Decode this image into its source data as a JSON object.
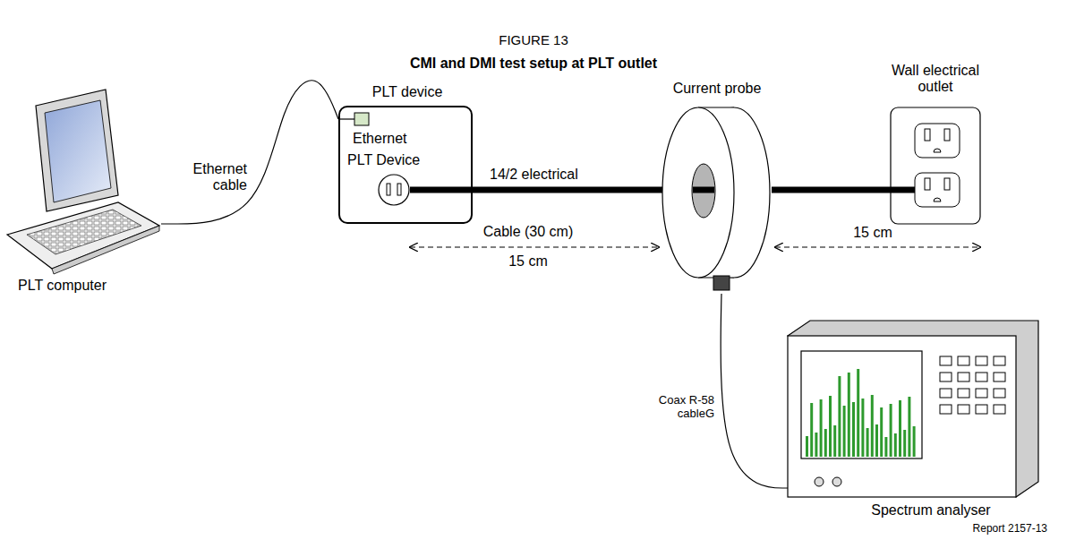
{
  "diagram": {
    "title": "CMI and DMI test setup at PLT outlet",
    "nodes": [
      {
        "text": [
          "PLT computer"
        ]
      },
      {
        "text": [
          "PLT device",
          "Ethernet",
          "PLT Device"
        ]
      },
      {
        "text": [
          "Current probe"
        ]
      },
      {
        "text": [
          "Wall electrical outlet"
        ]
      },
      {
        "text": [
          "Spectrum analyser"
        ]
      }
    ],
    "edges": [
      {
        "from": 0,
        "to": 1,
        "arrow": "none",
        "label": "Ethernet cable"
      },
      {
        "from": 1,
        "to": 2,
        "arrow": "none",
        "label": "14/2 electrical"
      },
      {
        "from": 2,
        "to": 3,
        "arrow": "none"
      },
      {
        "from": 2,
        "to": 4,
        "arrow": "none",
        "label": "Coax R-58 cableG"
      }
    ],
    "labels": [
      "FIGURE 13",
      "Cable (30 cm)",
      "15 cm",
      "15 cm",
      "Report 2157-13"
    ]
  }
}
